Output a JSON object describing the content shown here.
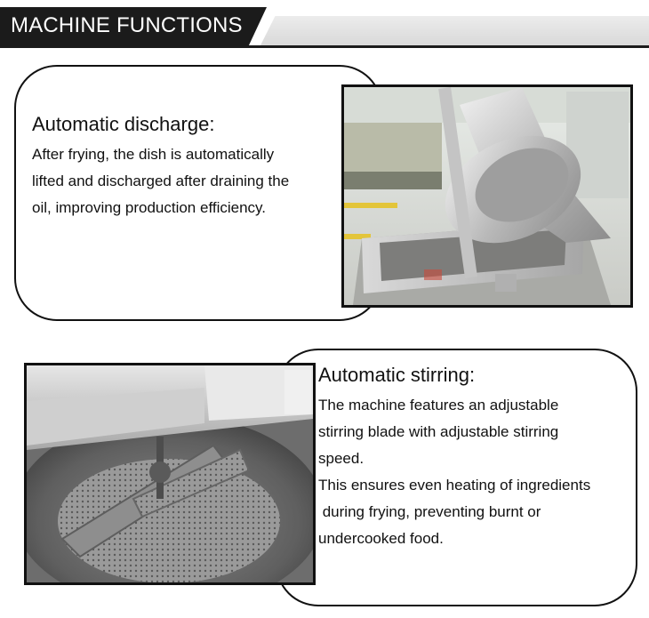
{
  "banner": {
    "title": "MACHINE FUNCTIONS",
    "colors": {
      "dark": "#1b1b1b",
      "light": "#e2e2e2"
    }
  },
  "sections": [
    {
      "heading": "Automatic discharge:",
      "lines": [
        "After frying, the dish is automatically",
        "lifted and discharged after draining the",
        "oil, improving production efficiency."
      ]
    },
    {
      "heading": "Automatic stirring:",
      "lines": [
        "The machine features an adjustable",
        "stirring blade with adjustable stirring",
        "speed.",
        "This ensures even heating of ingredients",
        " during frying, preventing burnt or",
        "undercooked food."
      ]
    }
  ]
}
